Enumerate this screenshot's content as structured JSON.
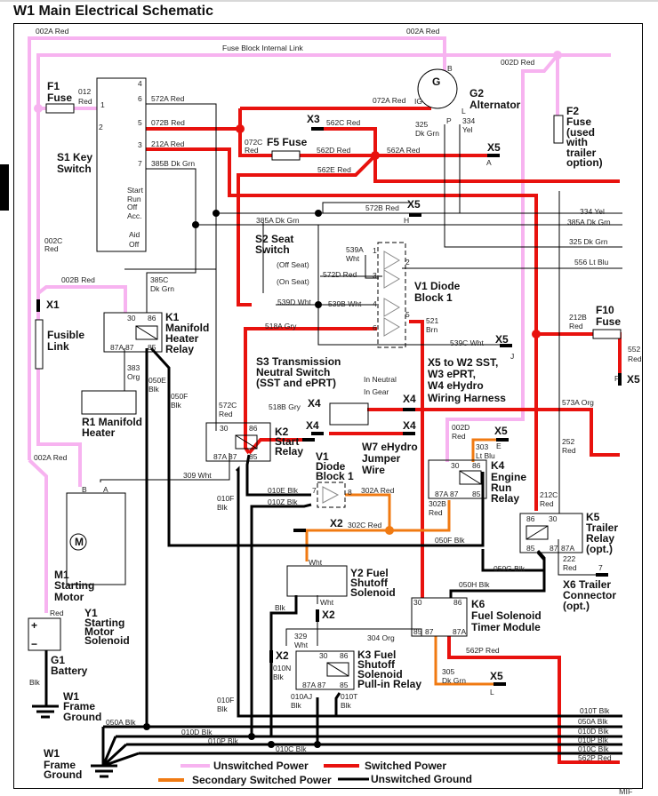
{
  "title": "W1 Main Electrical Schematic",
  "footer_code": "MIF",
  "colors": {
    "unswitched_power": "#f7b3f0",
    "switched_power": "#e8120e",
    "secondary_switched_power": "#f07a12",
    "unswitched_ground": "#000000",
    "signal": "#000000"
  },
  "legend": [
    {
      "label": "Unswitched Power",
      "color": "#f7b3f0"
    },
    {
      "label": "Switched Power",
      "color": "#e8120e"
    },
    {
      "label": "Secondary Switched Power",
      "color": "#f07a12"
    },
    {
      "label": "Unswitched Ground",
      "color": "#000000"
    }
  ],
  "components": {
    "f1": {
      "id": "F1",
      "name": "Fuse"
    },
    "s1": {
      "id": "S1 Key",
      "name": "Switch",
      "positions": [
        "Start",
        "Run",
        "Off",
        "Acc.",
        "Aid",
        "Off"
      ],
      "terminals": [
        "4",
        "6",
        "1",
        "5",
        "2",
        "3",
        "7"
      ]
    },
    "g2": {
      "symbol": "G",
      "id": "G2",
      "name": "Alternator",
      "terminals": {
        "b": "B",
        "ig": "IG",
        "p": "P",
        "l": "L"
      }
    },
    "f2": {
      "id": "F2",
      "line1": "Fuse",
      "line2": "(used",
      "line3": "with",
      "line4": "trailer",
      "line5": "option)"
    },
    "f5": {
      "label": "F5 Fuse"
    },
    "f10": {
      "id": "F10",
      "name": "Fuse"
    },
    "s2": {
      "id": "S2 Seat",
      "name": "Switch",
      "off": "(Off Seat)",
      "on": "(On Seat)"
    },
    "v1_top": {
      "line1": "V1 Diode",
      "line2": "Block 1",
      "pins": [
        "1",
        "2",
        "3",
        "4",
        "5",
        "6"
      ]
    },
    "v1_bottom": {
      "line1": "V1",
      "line2": "Diode",
      "line3": "Block 1",
      "pins": [
        "7",
        "8"
      ]
    },
    "x1": {
      "id": "X1"
    },
    "fusible_link": {
      "line1": "Fusible",
      "line2": "Link"
    },
    "k1": {
      "id": "K1",
      "line1": "Manifold",
      "line2": "Heater",
      "line3": "Relay",
      "pins": {
        "p30": "30",
        "p86": "86",
        "p87a": "87A",
        "p87": "87",
        "p85": "85"
      }
    },
    "r1": {
      "line1": "R1 Manifold",
      "line2": "Heater"
    },
    "s3": {
      "line1": "S3 Transmission",
      "line2": "Neutral Switch",
      "line3": "(SST and ePRT)",
      "neutral": "In Neutral",
      "gear": "In Gear"
    },
    "x5_harness": {
      "line1": "X5 to W2 SST,",
      "line2": "W3 ePRT,",
      "line3": "W4 eHydro",
      "line4": "Wiring Harness"
    },
    "k2": {
      "id": "K2",
      "line1": "Start",
      "line2": "Relay",
      "pins": {
        "p30": "30",
        "p86": "86",
        "p87a": "87A",
        "p87": "87",
        "p85": "85"
      }
    },
    "w7": {
      "line1": "W7 eHydro",
      "line2": "Jumper",
      "line3": "Wire"
    },
    "k4": {
      "id": "K4",
      "line1": "Engine",
      "line2": "Run",
      "line3": "Relay",
      "pins": {
        "p30": "30",
        "p86": "86",
        "p87a": "87A",
        "p87": "87",
        "p85": "85"
      }
    },
    "k5": {
      "id": "K5",
      "line1": "Trailer",
      "line2": "Relay",
      "line3": "(opt.)",
      "pins": {
        "p86": "86",
        "p30": "30",
        "p85": "85",
        "p87": "87",
        "p87a": "87A"
      }
    },
    "x6": {
      "line1": "X6 Trailer",
      "line2": "Connector",
      "line3": "(opt.)",
      "pin": "7"
    },
    "m1": {
      "id": "M1",
      "line1": "Starting",
      "line2": "Motor",
      "terminals": {
        "b": "B",
        "a": "A"
      },
      "symbol": "M"
    },
    "y1": {
      "id": "Y1",
      "line1": "Starting",
      "line2": "Motor",
      "line3": "Solenoid"
    },
    "g1": {
      "id": "G1",
      "name": "Battery",
      "plus": "+",
      "minus": "−"
    },
    "w1_a": {
      "id": "W1",
      "line1": "Frame",
      "line2": "Ground"
    },
    "w1_b": {
      "id": "W1",
      "line1": "Frame",
      "line2": "Ground"
    },
    "y2": {
      "line1": "Y2 Fuel",
      "line2": "Shutoff",
      "line3": "Solenoid"
    },
    "k6": {
      "id": "K6",
      "line1": "Fuel Solenoid",
      "line2": "Timer Module",
      "pins": {
        "p30": "30",
        "p86": "86",
        "p85": "85",
        "p87": "87",
        "p87a": "87A"
      }
    },
    "k3": {
      "line1": "K3 Fuel",
      "line2": "Shutoff",
      "line3": "Solenoid",
      "line4": "Pull-in Relay",
      "pins": {
        "p30": "30",
        "p86": "86",
        "p87a": "87A",
        "p87": "87",
        "p85": "85"
      }
    }
  },
  "connectors": {
    "x3": "X3",
    "x5a": "X5",
    "x5a_pin": "A",
    "x5h": "X5",
    "x5h_pin": "H",
    "x5j": "X5",
    "x5j_pin": "J",
    "x5f": "X5",
    "x5f_pin": "F",
    "x5e": "X5",
    "x5e_pin": "E",
    "x5l": "X5",
    "x5l_pin": "L",
    "x4a": "X4",
    "x4b": "X4",
    "x4c": "X4",
    "x4d": "X4",
    "x2a": "X2",
    "x2b": "X2",
    "x2c": "X2"
  },
  "wires": {
    "w002a_top": "002A Red",
    "w002a_right": "002A Red",
    "fuse_link": "Fuse Block Internal Link",
    "w002d_top": "002D Red",
    "w012": [
      "012",
      "Red"
    ],
    "w572a": "572A Red",
    "w072b": "072B Red",
    "w212a": "212A Red",
    "w385b": "385B Dk Grn",
    "w072a": "072A Red",
    "w562c": "562C Red",
    "w072c": [
      "072C",
      "Red"
    ],
    "w562d": "562D Red",
    "w562e": "562E Red",
    "w562a": "562A Red",
    "w325": [
      "325",
      "Dk Grn"
    ],
    "w334": [
      "334",
      "Yel"
    ],
    "w572b": "572B Red",
    "w385a": "385A Dk Grn",
    "w334_right": "334 Yel",
    "w385a_right": "385A Dk Grn",
    "w325_right": "325 Dk Grn",
    "w556": "556 Lt Blu",
    "w002c": [
      "002C",
      "Red"
    ],
    "w002b": "002B Red",
    "w385c": [
      "385C",
      "Dk Grn"
    ],
    "w539a": [
      "539A",
      "Wht"
    ],
    "w572d": "572D Red",
    "w539b": "539B Wht",
    "w539d": "539D Wht",
    "w518a": "518A Gry",
    "w521": [
      "521",
      "Brn"
    ],
    "w539c": "539C Wht",
    "w212b": [
      "212B",
      "Red"
    ],
    "w552": [
      "552",
      "Red"
    ],
    "w383": [
      "383",
      "Org"
    ],
    "w050e": [
      "050E",
      "Blk"
    ],
    "w050f": [
      "050F",
      "Blk"
    ],
    "w572c": [
      "572C",
      "Red"
    ],
    "w518b": "518B Gry",
    "w573a": "573A Org",
    "w002d_k4": [
      "002D",
      "Red"
    ],
    "w303": [
      "303",
      "Lt Blu"
    ],
    "w252": [
      "252",
      "Red"
    ],
    "w002a_m1": "002A Red",
    "w309": "309 Wht",
    "w010e": "010E Blk",
    "w010z": "010Z Blk",
    "w302a": "302A Red",
    "w010f": [
      "010F",
      "Blk"
    ],
    "w302b": [
      "302B",
      "Red"
    ],
    "w302c": "302C Red",
    "w050f_b": "050F Blk",
    "w212c": [
      "212C",
      "Red"
    ],
    "w222": [
      "222",
      "Red"
    ],
    "w050g": "050G Blk",
    "w050h": "050H Blk",
    "w_y2_wht_top": "Wht",
    "w_y2_wht_bot": "Wht",
    "w_y2_blk": "Blk",
    "w329": [
      "329",
      "Wht"
    ],
    "w304": "304 Org",
    "w562p": "562P Red",
    "w305": [
      "305",
      "Dk Grn"
    ],
    "w010n": [
      "010N",
      "Blk"
    ],
    "w010aj": [
      "010AJ",
      "Blk"
    ],
    "w010t": [
      "010T",
      "Blk"
    ],
    "w010f_b": [
      "010F",
      "Blk"
    ],
    "w_batt_red": "Red",
    "w_batt_blk": "Blk",
    "w050a": "050A Blk",
    "w010d": "010D Blk",
    "w010p": "010P Blk",
    "w010c": "010C Blk",
    "bus_right": [
      "010T Blk",
      "050A Blk",
      "010D Blk",
      "010P Blk",
      "010C Blk",
      "562P Red"
    ]
  }
}
